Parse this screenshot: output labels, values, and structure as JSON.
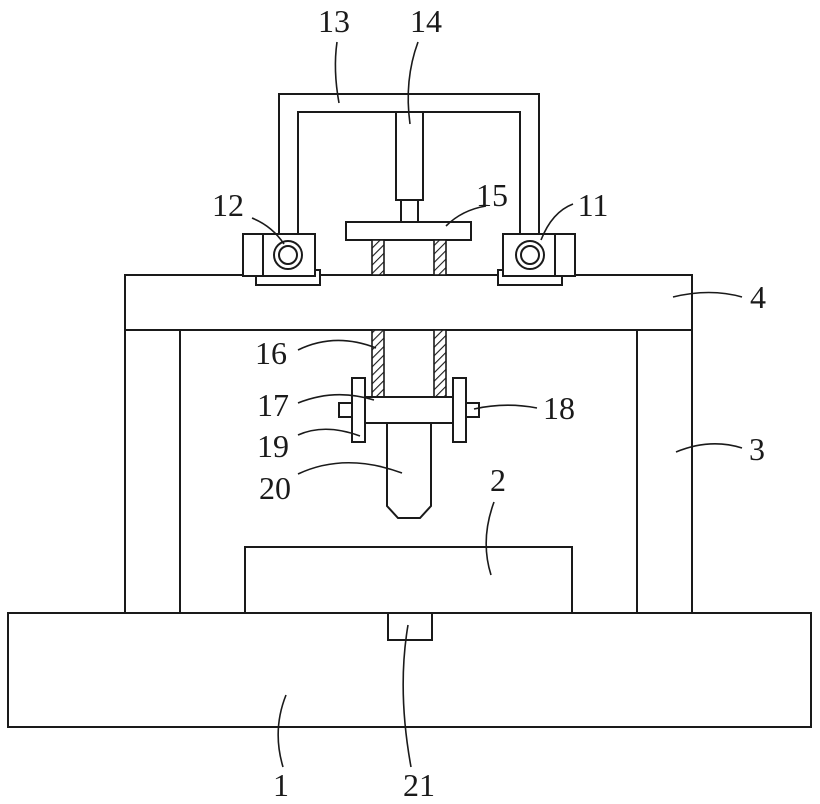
{
  "labels": {
    "l1": "1",
    "l2": "2",
    "l3": "3",
    "l4": "4",
    "l11": "11",
    "l12": "12",
    "l13": "13",
    "l14": "14",
    "l15": "15",
    "l16": "16",
    "l17": "17",
    "l18": "18",
    "l19": "19",
    "l20": "20",
    "l21": "21"
  }
}
